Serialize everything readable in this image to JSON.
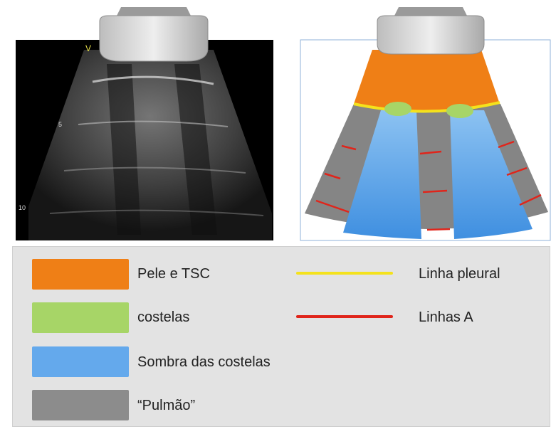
{
  "ultrasound": {
    "marker": "V",
    "depth_marks": [
      "5",
      "10"
    ]
  },
  "legend": {
    "regions": [
      {
        "label": "Pele e TSC",
        "color": "#ef7f16"
      },
      {
        "label": "costelas",
        "color": "#a7d567"
      },
      {
        "label": "Sombra das costelas",
        "color": "#64a9ec"
      },
      {
        "label": "“Pulmão”",
        "color": "#8c8c8c"
      }
    ],
    "lines": [
      {
        "label": "Linha pleural",
        "color": "#f4e21c"
      },
      {
        "label": "Linhas A",
        "color": "#e0251b"
      }
    ]
  }
}
